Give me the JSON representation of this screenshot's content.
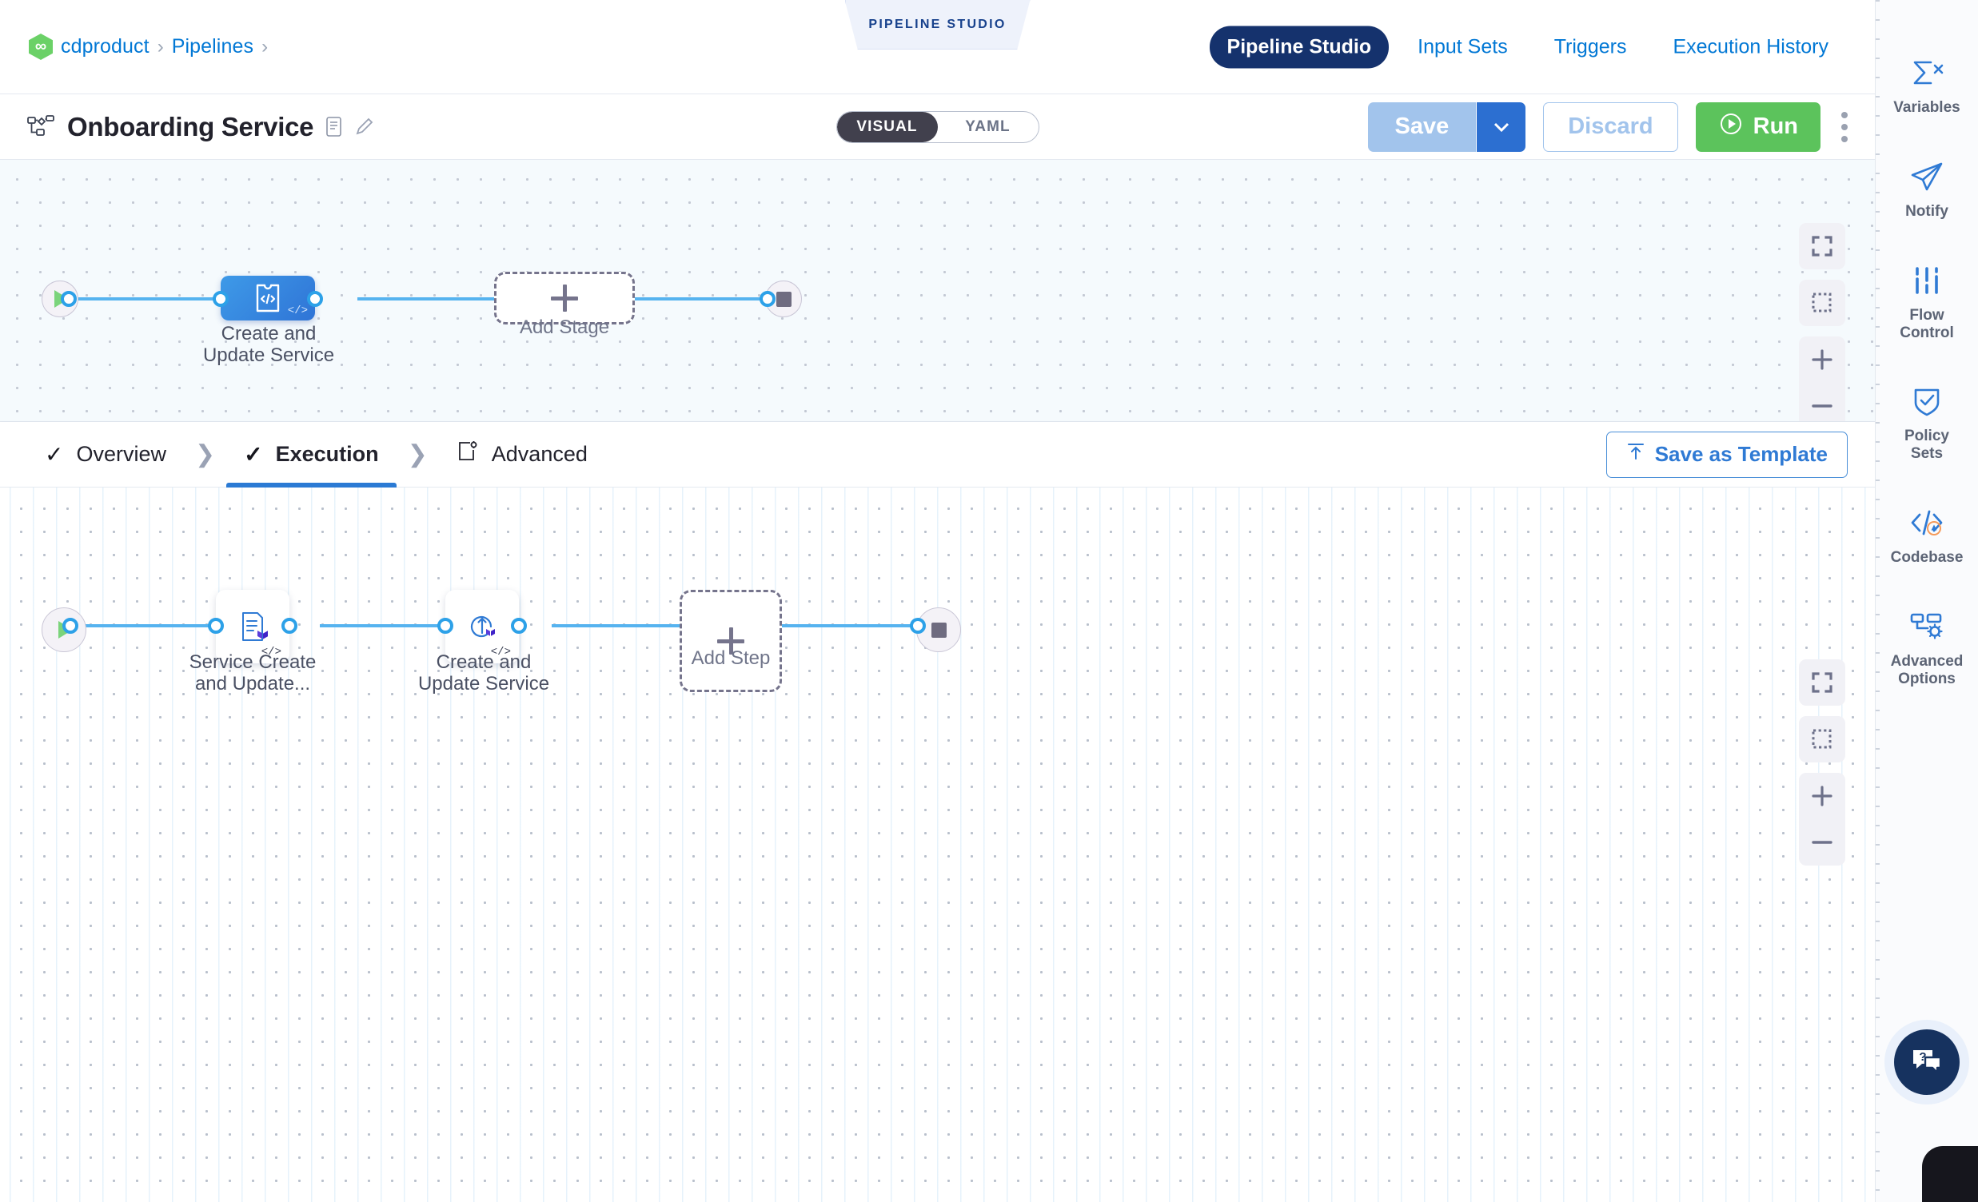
{
  "breadcrumb": {
    "logo_icon": "harness-hexagon-icon",
    "items": [
      {
        "label": "cdproduct",
        "sep": "›"
      },
      {
        "label": "Pipelines",
        "sep": "›"
      }
    ]
  },
  "studio_tag": "PIPELINE STUDIO",
  "nav": {
    "tabs": [
      {
        "label": "Pipeline Studio",
        "active": true
      },
      {
        "label": "Input Sets",
        "active": false
      },
      {
        "label": "Triggers",
        "active": false
      },
      {
        "label": "Execution History",
        "active": false
      }
    ]
  },
  "title_bar": {
    "pipeline_icon": "pipeline-graph-icon",
    "title": "Onboarding Service",
    "description_icon": "description-icon",
    "edit_icon": "pencil-edit-icon",
    "view_toggle": {
      "options": [
        "VISUAL",
        "YAML"
      ],
      "selected": "VISUAL"
    },
    "save_label": "Save",
    "save_caret_icon": "chevron-down-icon",
    "discard_label": "Discard",
    "run_label": "Run",
    "run_icon": "play-circle-icon",
    "more_icon": "kebab-menu-icon"
  },
  "stage_canvas": {
    "start_icon": "play-start-node",
    "end_icon": "stop-end-node",
    "stage": {
      "label": "Create and\nUpdate Service",
      "label_line1": "Create and",
      "label_line2": "Update Service",
      "icon": "deployment-stage-icon",
      "template_badge": "</>",
      "selected": true,
      "color": "#2f74d6"
    },
    "add_stage": {
      "label": "Add Stage",
      "icon": "plus-icon"
    },
    "controls": [
      {
        "name": "fullscreen-icon"
      },
      {
        "name": "zoom-to-fit-icon"
      },
      {
        "name": "zoom-in-icon"
      },
      {
        "name": "zoom-out-icon"
      }
    ]
  },
  "step_tabs": {
    "tabs": [
      {
        "label": "Overview",
        "icon": "check-icon",
        "active": false
      },
      {
        "label": "Execution",
        "icon": "check-icon",
        "active": true
      },
      {
        "label": "Advanced",
        "icon": "advanced-settings-icon",
        "active": false
      }
    ],
    "separator_icon": "chevron-right-icon",
    "save_as_template": {
      "label": "Save as Template",
      "icon": "template-upload-icon"
    }
  },
  "step_canvas": {
    "start_icon": "play-start-node",
    "end_icon": "stop-end-node",
    "steps": [
      {
        "label_line1": "Service Create",
        "label_line2": "and Update...",
        "icon": "terraform-plan-icon",
        "template_badge": "</>"
      },
      {
        "label_line1": "Create and",
        "label_line2": "Update Service",
        "icon": "terraform-apply-icon",
        "template_badge": "</>"
      }
    ],
    "add_step": {
      "label": "Add Step",
      "icon": "plus-icon"
    },
    "controls": [
      {
        "name": "fullscreen-icon"
      },
      {
        "name": "zoom-to-fit-icon"
      },
      {
        "name": "zoom-in-icon"
      },
      {
        "name": "zoom-out-icon"
      }
    ]
  },
  "right_rail": {
    "items": [
      {
        "label": "Variables",
        "icon": "sigma-variables-icon",
        "badge": null
      },
      {
        "label": "Notify",
        "icon": "paper-plane-notify-icon",
        "badge": null
      },
      {
        "label": "Flow\nControl",
        "line1": "Flow",
        "line2": "Control",
        "icon": "sliders-flow-control-icon",
        "badge": null
      },
      {
        "label": "Policy\nSets",
        "line1": "Policy",
        "line2": "Sets",
        "icon": "shield-check-policy-icon",
        "badge": null
      },
      {
        "label": "Codebase",
        "icon": "codebase-icon",
        "badge": "warning"
      },
      {
        "label": "Advanced\nOptions",
        "line1": "Advanced",
        "line2": "Options",
        "icon": "advanced-options-icon",
        "badge": null
      }
    ],
    "help_button": {
      "icon": "help-chat-icon",
      "label": "?"
    }
  },
  "colors": {
    "accent_blue": "#0278d5",
    "nav_active_bg": "#15326d",
    "stage_blue": "#2f74d6",
    "run_green": "#5cc35c",
    "save_disabled": "#a2c4ec",
    "edge_blue": "#56b3ef",
    "warning_orange": "#f59a5a",
    "help_navy": "#16325f"
  }
}
